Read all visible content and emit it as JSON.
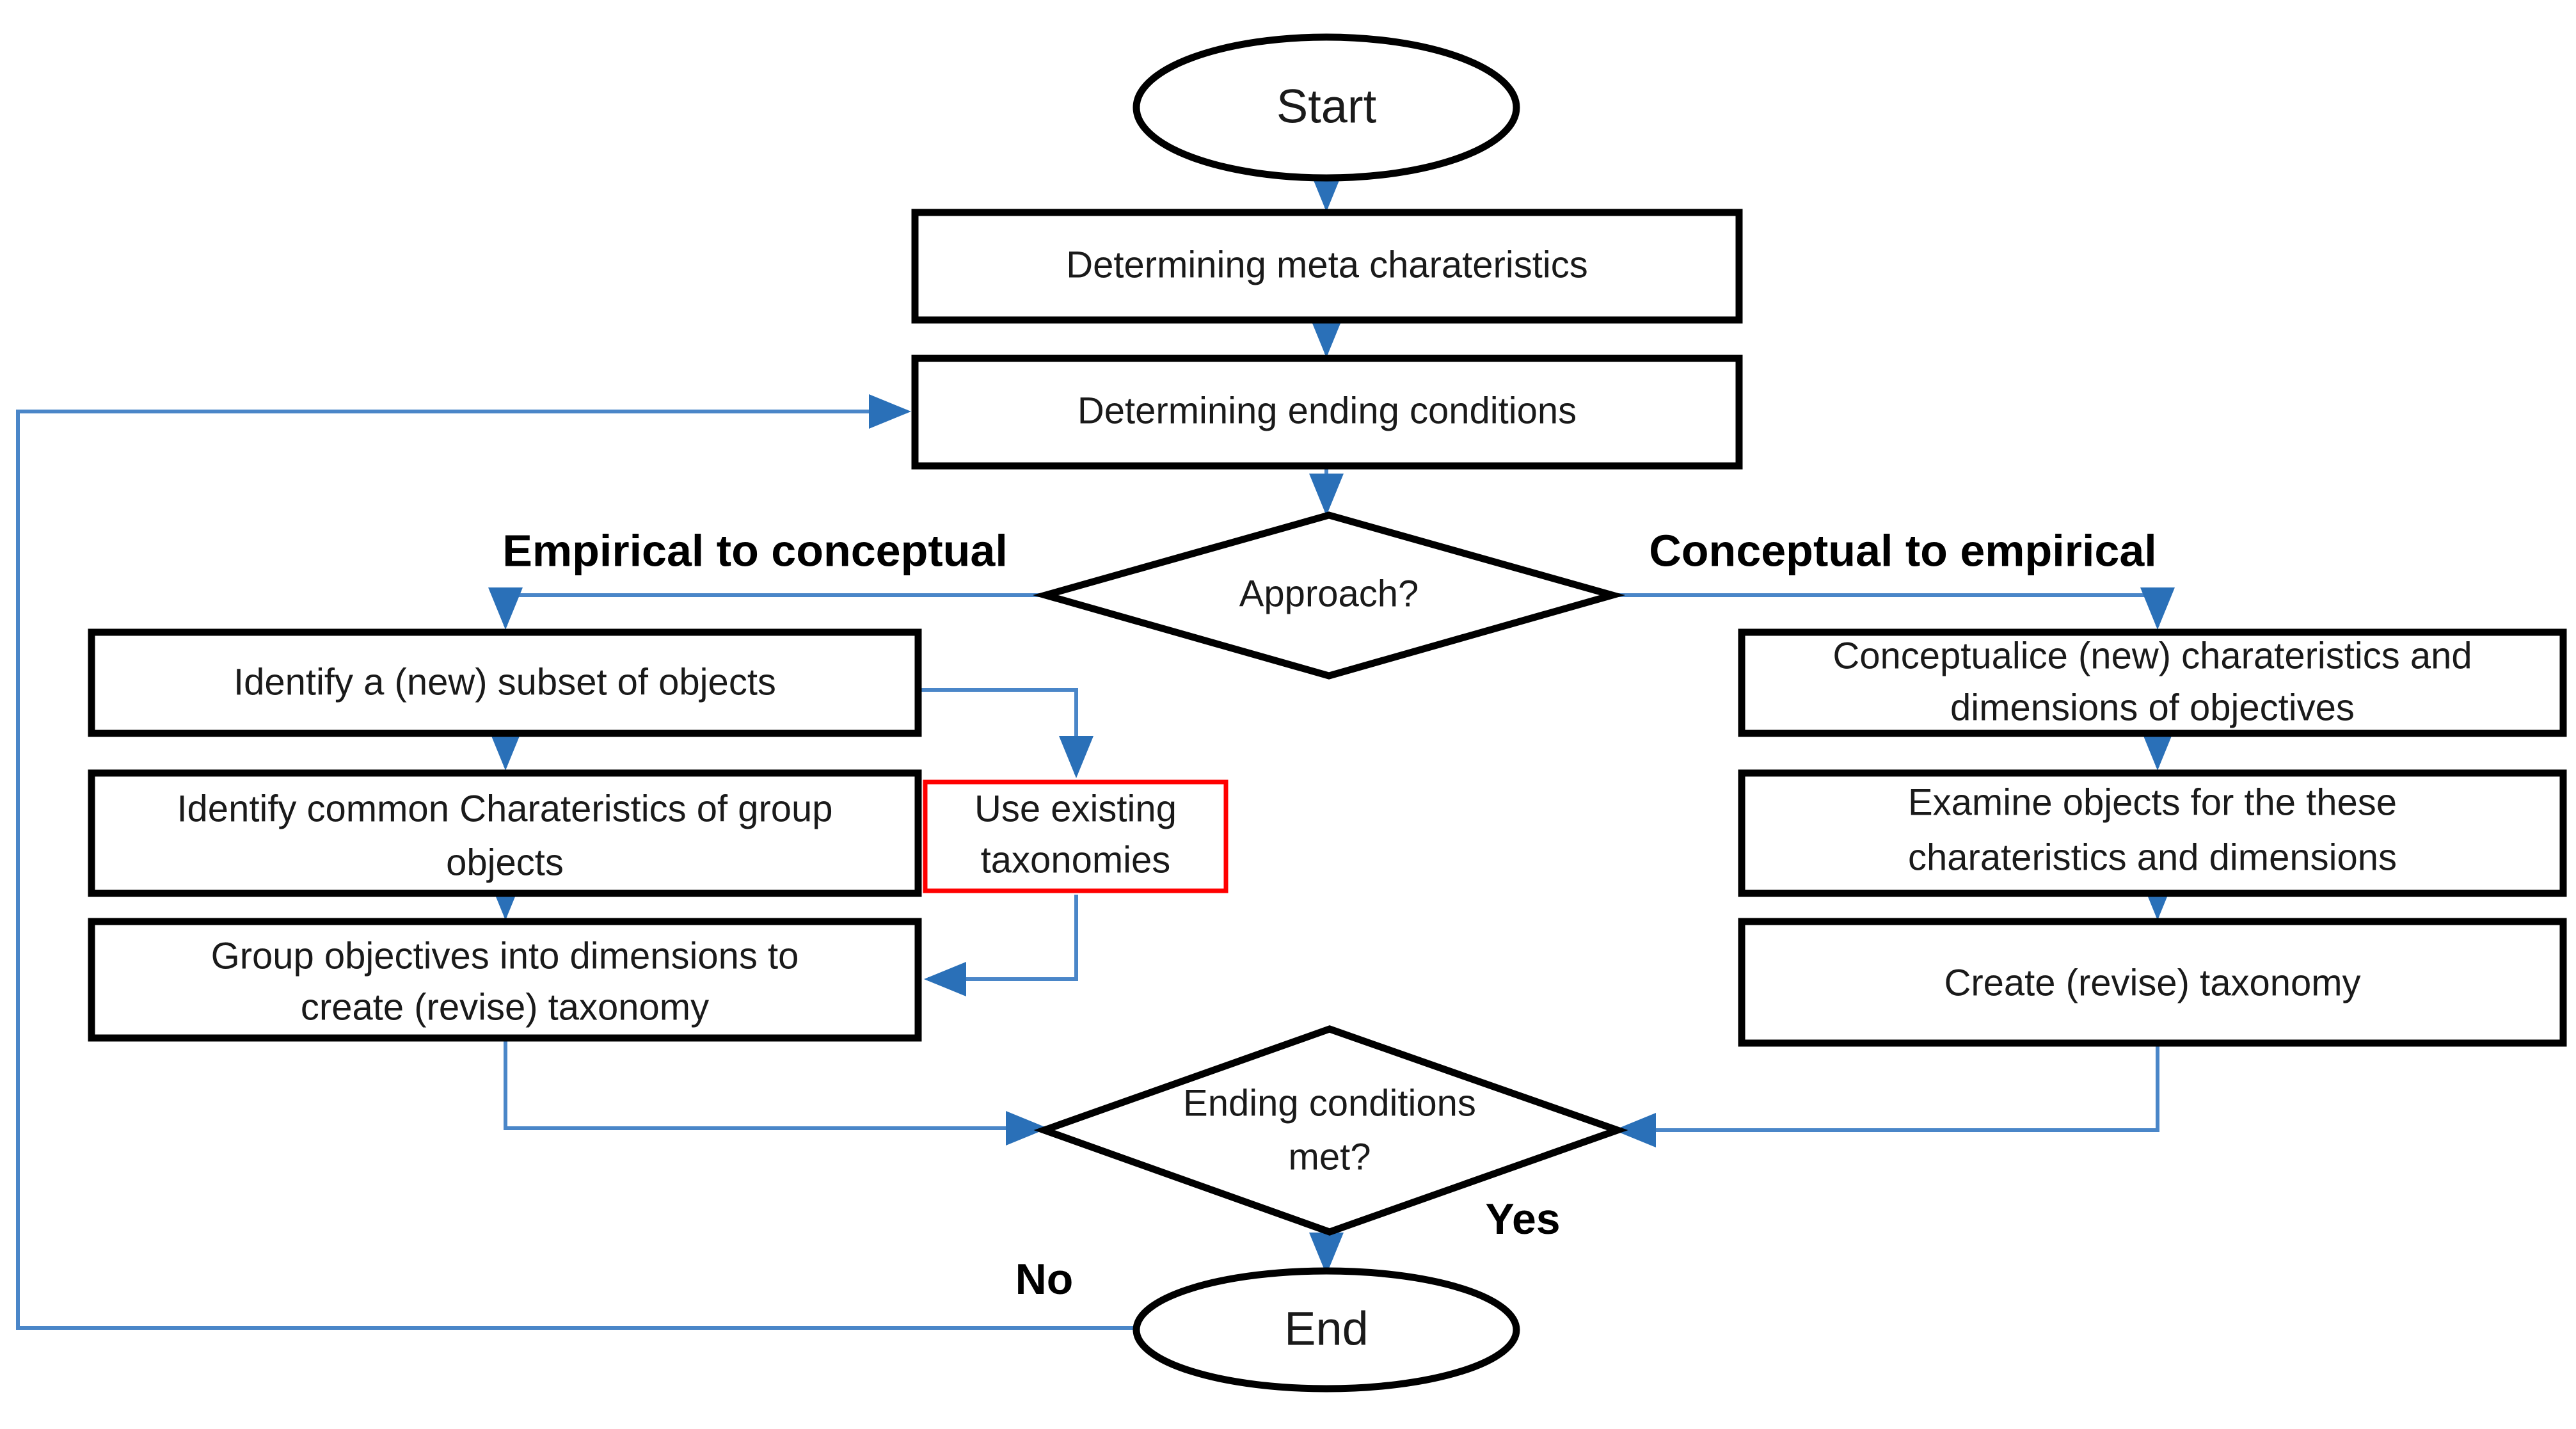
{
  "diagram": {
    "title": "Taxonomy development method flowchart",
    "colors": {
      "node_border": "#000000",
      "highlight_border": "#ff0000",
      "connector": "#4a86c8",
      "background": "#ffffff",
      "text": "#1a1a1a"
    },
    "nodes": {
      "start": {
        "label": "Start",
        "shape": "ellipse"
      },
      "meta_characteristics": {
        "label": "Determining meta charateristics",
        "shape": "rectangle"
      },
      "ending_conditions": {
        "label": "Determining ending conditions",
        "shape": "rectangle"
      },
      "approach": {
        "label": "Approach?",
        "shape": "diamond"
      },
      "identify_subset": {
        "label": "Identify a (new) subset of objects",
        "shape": "rectangle"
      },
      "identify_common": {
        "line1": "Identify common Charateristics of group",
        "line2": "objects",
        "shape": "rectangle"
      },
      "group_objectives": {
        "line1": "Group objectives into dimensions to",
        "line2": "create (revise) taxonomy",
        "shape": "rectangle"
      },
      "use_existing": {
        "line1": "Use existing",
        "line2": "taxonomies",
        "shape": "rectangle",
        "highlight": "#ff0000"
      },
      "conceptualice": {
        "line1": "Conceptualice (new) charateristics and",
        "line2": "dimensions of objectives",
        "shape": "rectangle"
      },
      "examine_objects": {
        "line1": "Examine objects for the these",
        "line2": "charateristics and dimensions",
        "shape": "rectangle"
      },
      "create_taxonomy": {
        "label": "Create (revise) taxonomy",
        "shape": "rectangle"
      },
      "ending_met": {
        "line1": "Ending conditions",
        "line2": "met?",
        "shape": "diamond"
      },
      "end": {
        "label": "End",
        "shape": "ellipse"
      }
    },
    "branch_labels": {
      "left": "Empirical to conceptual",
      "right": "Conceptual to empirical"
    },
    "decision_labels": {
      "yes": "Yes",
      "no": "No"
    }
  }
}
